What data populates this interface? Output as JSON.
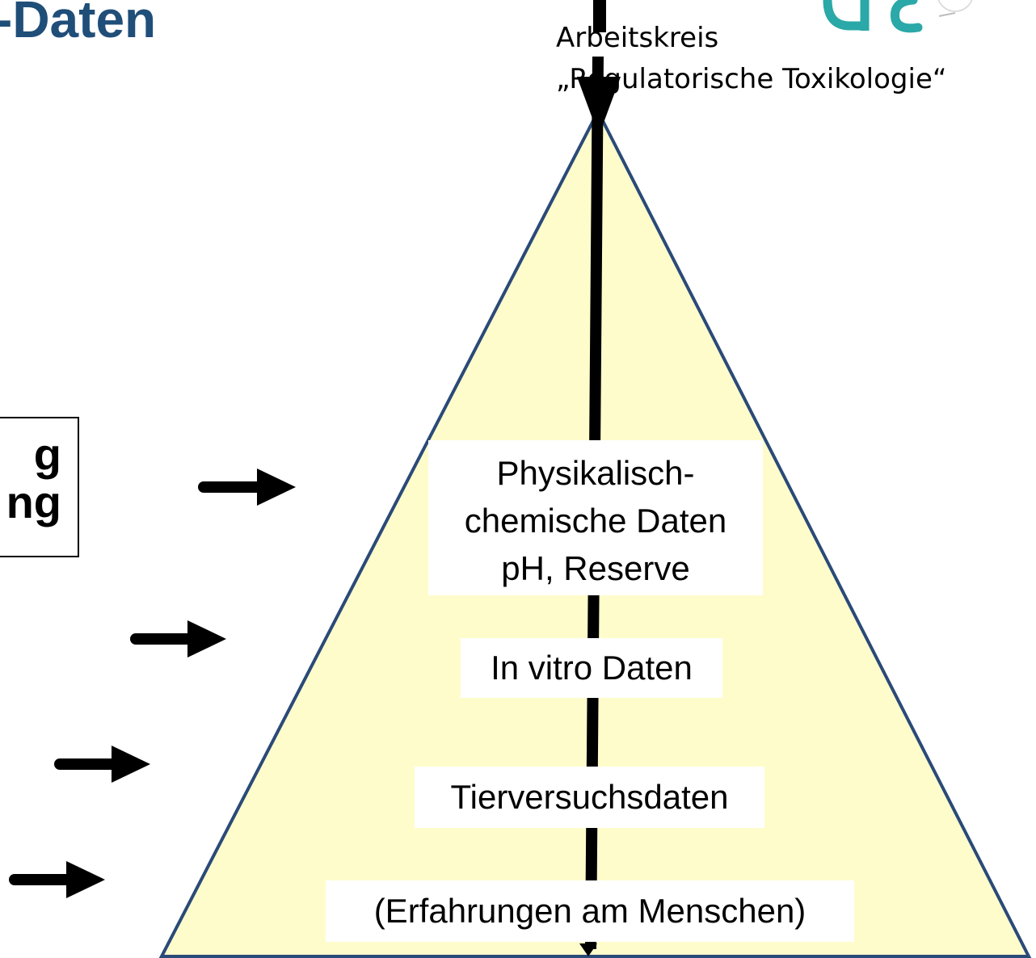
{
  "header": {
    "title_fragment": "-Daten",
    "org_line1": "Arbeitskreis",
    "org_line2": "„Regulatorische Toxikologie“"
  },
  "left_box": {
    "line1": "g",
    "line2": "ng"
  },
  "pyramid": {
    "levels": [
      {
        "lines": [
          "Physikalisch-",
          "chemische Daten",
          "pH, Reserve"
        ]
      },
      {
        "lines": [
          "In vitro Daten"
        ]
      },
      {
        "lines": [
          "Tierversuchsdaten"
        ]
      },
      {
        "lines": [
          "(Erfahrungen am Menschen)"
        ]
      }
    ]
  },
  "colors": {
    "title": "#1f4e79",
    "pyramid_fill": "#fffccc",
    "pyramid_stroke": "#2a4a78",
    "logo_teal": "#2ba8a8"
  },
  "icons": {
    "arrows": [
      "right-arrow-icon",
      "right-arrow-icon",
      "right-arrow-icon",
      "right-arrow-icon"
    ],
    "vertical": "down-arrow-icon"
  }
}
